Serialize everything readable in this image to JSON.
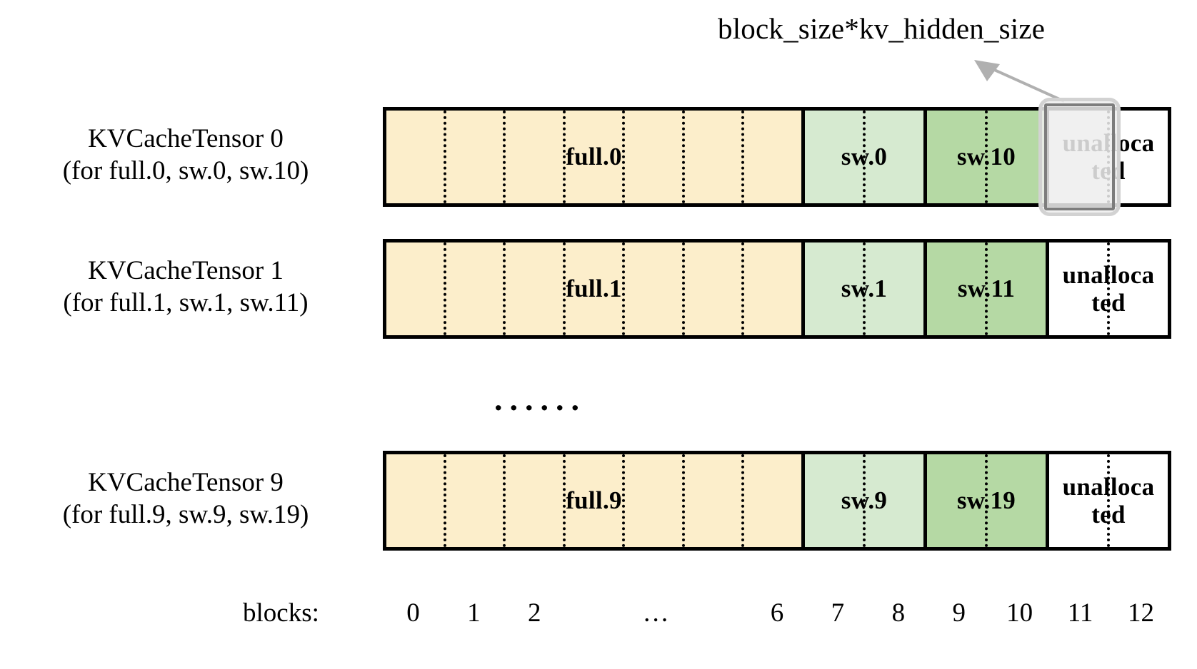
{
  "annotation": {
    "callout_text": "block_size*kv_hidden_size",
    "arrow_icon": "arrow-up-left-icon",
    "highlight_target": "unallocated block 11 of KVCacheTensor 0"
  },
  "colors": {
    "full_fill": "#FCEECB",
    "sw_low_fill": "#D6EAD0",
    "sw_high_fill": "#B5D9A4",
    "unallocated_fill": "#FFFFFF",
    "border": "#000000",
    "highlight_outer": "#D2D2D2",
    "highlight_inner": "#7D7D7D",
    "highlight_fill": "#EEEEEE",
    "arrow": "#B0B0B0"
  },
  "rows": [
    {
      "title": "KVCacheTensor 0",
      "subtitle": "(for full.0, sw.0, sw.10)",
      "segments": [
        {
          "label": "full.0",
          "blocks": 7,
          "fill": "#FCEECB"
        },
        {
          "label": "sw.0",
          "blocks": 2,
          "fill": "#D6EAD0"
        },
        {
          "label": "sw.10",
          "blocks": 2,
          "fill": "#B5D9A4"
        },
        {
          "label": "unalloca ted",
          "blocks": 2,
          "fill": "#FFFFFF"
        }
      ],
      "highlighted": true
    },
    {
      "title": "KVCacheTensor 1",
      "subtitle": "(for full.1, sw.1, sw.11)",
      "segments": [
        {
          "label": "full.1",
          "blocks": 7,
          "fill": "#FCEECB"
        },
        {
          "label": "sw.1",
          "blocks": 2,
          "fill": "#D6EAD0"
        },
        {
          "label": "sw.11",
          "blocks": 2,
          "fill": "#B5D9A4"
        },
        {
          "label": "unalloca ted",
          "blocks": 2,
          "fill": "#FFFFFF"
        }
      ],
      "highlighted": false
    },
    {
      "title": "KVCacheTensor 9",
      "subtitle": "(for full.9, sw.9, sw.19)",
      "segments": [
        {
          "label": "full.9",
          "blocks": 7,
          "fill": "#FCEECB"
        },
        {
          "label": "sw.9",
          "blocks": 2,
          "fill": "#D6EAD0"
        },
        {
          "label": "sw.19",
          "blocks": 2,
          "fill": "#B5D9A4"
        },
        {
          "label": "unalloca ted",
          "blocks": 2,
          "fill": "#FFFFFF"
        }
      ],
      "highlighted": false
    }
  ],
  "vertical_ellipsis": "......",
  "axis": {
    "title": "blocks:",
    "ticks": [
      "0",
      "1",
      "2",
      "…",
      "6",
      "7",
      "8",
      "9",
      "10",
      "11",
      "12"
    ],
    "tick_spans": [
      1,
      1,
      1,
      3,
      1,
      1,
      1,
      1,
      1,
      1,
      1
    ]
  }
}
